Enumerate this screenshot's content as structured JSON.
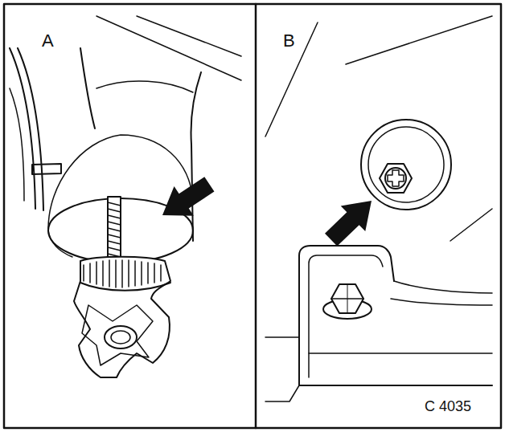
{
  "diagram": {
    "labels": [
      "A",
      "B",
      "C 4035"
    ]
  }
}
